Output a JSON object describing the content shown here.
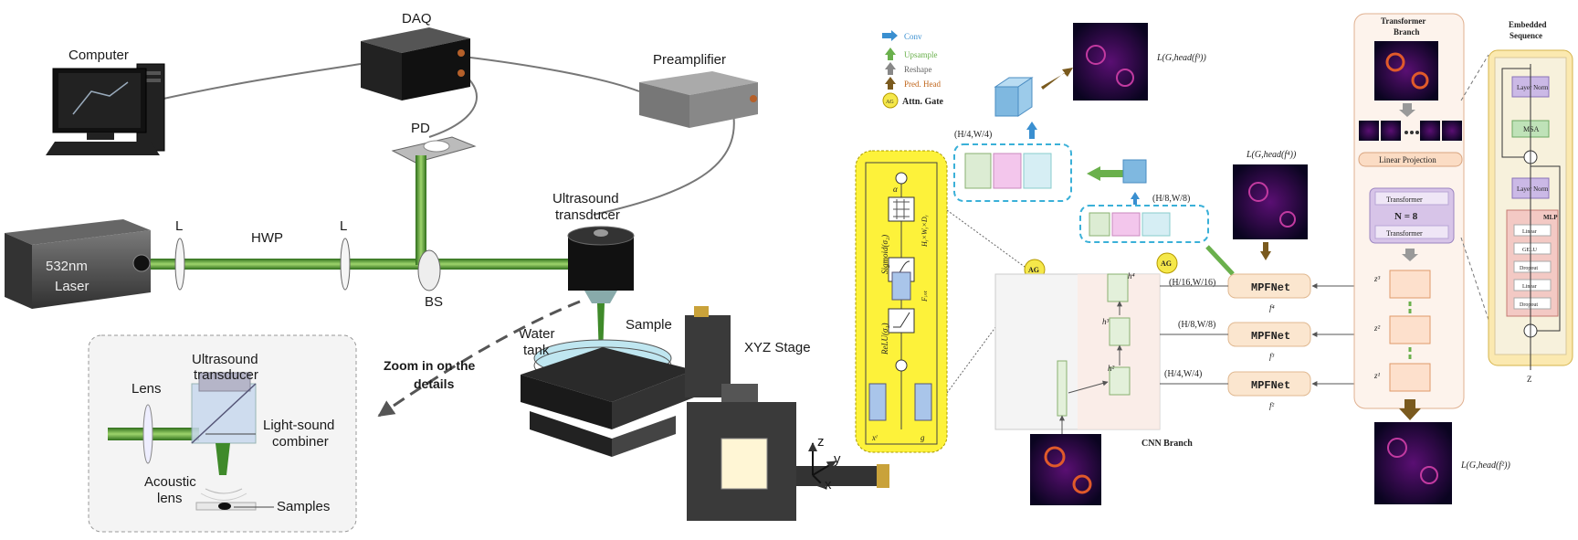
{
  "setup": {
    "computer": "Computer",
    "daq": "DAQ",
    "preamplifier": "Preamplifier",
    "pd": "PD",
    "ultrasound_transducer_1": "Ultrasound",
    "ultrasound_transducer_2": "transducer",
    "laser_1": "532nm",
    "laser_2": "Laser",
    "lens_l1": "L",
    "hwp": "HWP",
    "lens_l2": "L",
    "bs": "BS",
    "water_tank_1": "Water",
    "water_tank_2": "tank",
    "sample": "Sample",
    "xyz_stage": "XYZ Stage",
    "zoom_1": "Zoom in on the",
    "zoom_2": "details",
    "axis_z": "z",
    "axis_y": "y",
    "axis_x": "x"
  },
  "zoom_panel": {
    "lens": "Lens",
    "ut_1": "Ultrasound",
    "ut_2": "transducer",
    "combiner_1": "Light-sound",
    "combiner_2": "combiner",
    "acoustic_1": "Acoustic",
    "acoustic_2": "lens",
    "samples": "Samples"
  },
  "network": {
    "legend": {
      "conv": "Conv",
      "upsample": "Upsample",
      "reshape": "Reshape",
      "pred_head": "Pred. Head",
      "ag": "AG",
      "attn_gate": "Attn. Gate"
    },
    "loss_top": "L(G,head(f³))",
    "loss_mid": "L(G,head(f⁴))",
    "loss_bot": "L(G,head(f²))",
    "size_h4_top": "(H/4,W/4)",
    "size_h8_top": "(H/8,W/8)",
    "size_h16": "(H/16,W/16)",
    "size_h8": "(H/8,W/8)",
    "size_h4": "(H/4,W/4)",
    "h4": "h⁴",
    "h3": "h³",
    "h2": "h²",
    "mpfnet_1": "MPFNet",
    "mpfnet_2": "MPFNet",
    "mpfnet_3": "MPFNet",
    "f4": "f⁴",
    "f3": "f³",
    "f2": "f²",
    "z3": "z³",
    "z2": "z²",
    "z1": "z¹",
    "cnn_branch": "CNN Branch",
    "ag_label": "AG",
    "gate": {
      "sigmoid": "Sigmoid(σ₂)",
      "relu": "ReLU(σ₁)",
      "f_hw": "Hᵧ×Wᵧ×Dᵧ",
      "f_int": "Fᵢₙₜ",
      "xl": "xˡ",
      "g": "g",
      "alpha": "α"
    },
    "transformer_branch_1": "Transformer",
    "transformer_branch_2": "Branch",
    "linear_projection": "Linear Projection",
    "transformer_1": "Transformer",
    "transformer_n": "N = 8",
    "transformer_2": "Transformer",
    "embedded_1": "Embedded",
    "embedded_2": "Sequence",
    "layer_norm_1": "Layer Norm",
    "msa": "MSA",
    "layer_norm_2": "Layer Norm",
    "mlp": "MLP",
    "mlp_linear_1": "Linear",
    "mlp_gelu": "GELU",
    "mlp_dropout_1": "Dropout",
    "mlp_linear_2": "Linear",
    "mlp_dropout_2": "Dropout",
    "z_out": "Z"
  }
}
